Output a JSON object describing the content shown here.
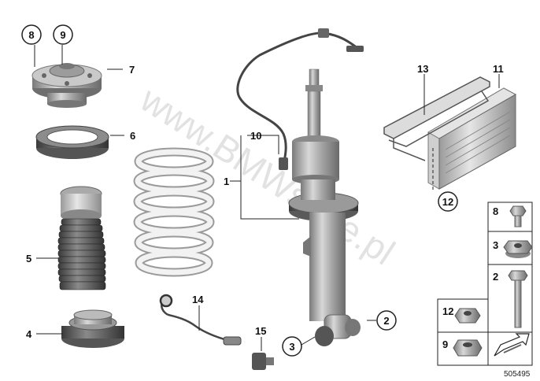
{
  "watermark": "www.BMWstore.pl",
  "diagram_number": "505495",
  "callouts": {
    "c1": "1",
    "c2": "2",
    "c3": "3",
    "c4": "4",
    "c5": "5",
    "c6": "6",
    "c7": "7",
    "c8": "8",
    "c9": "9",
    "c10": "10",
    "c11": "11",
    "c12": "12",
    "c13": "13",
    "c14": "14",
    "c15": "15"
  },
  "legend_panel": {
    "l8": "8",
    "l3": "3",
    "l2": "2",
    "l12": "12",
    "l9": "9"
  }
}
